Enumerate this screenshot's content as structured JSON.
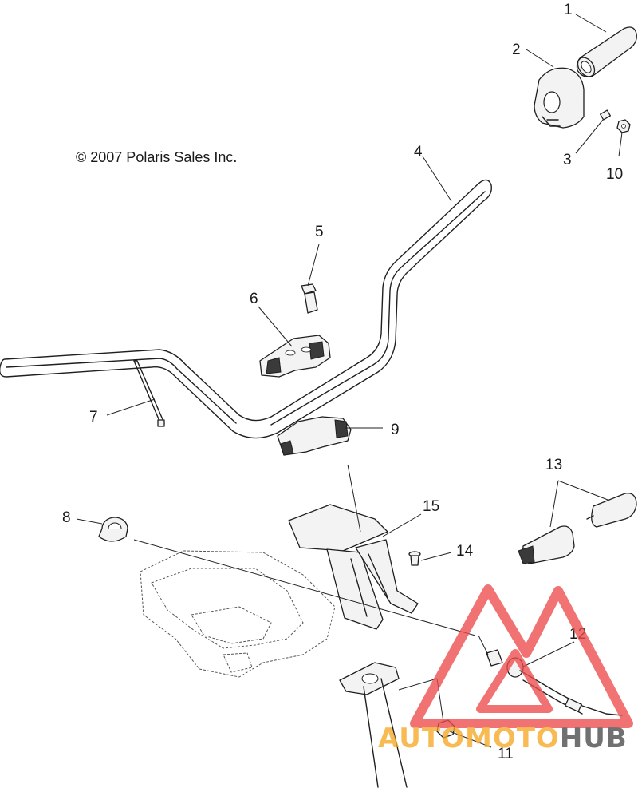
{
  "copyright": "© 2007 Polaris Sales Inc.",
  "callouts": [
    "1",
    "2",
    "3",
    "4",
    "5",
    "6",
    "7",
    "8",
    "9",
    "10",
    "11",
    "12",
    "13",
    "14",
    "15"
  ],
  "watermark": {
    "text_a": "AUTO",
    "text_b": "MOTO",
    "text_c": "HUB",
    "color_a": "#f7a825",
    "color_b": "#f7a825",
    "color_c": "#4a4a4a",
    "triangle_color": "#ee4b4b"
  }
}
